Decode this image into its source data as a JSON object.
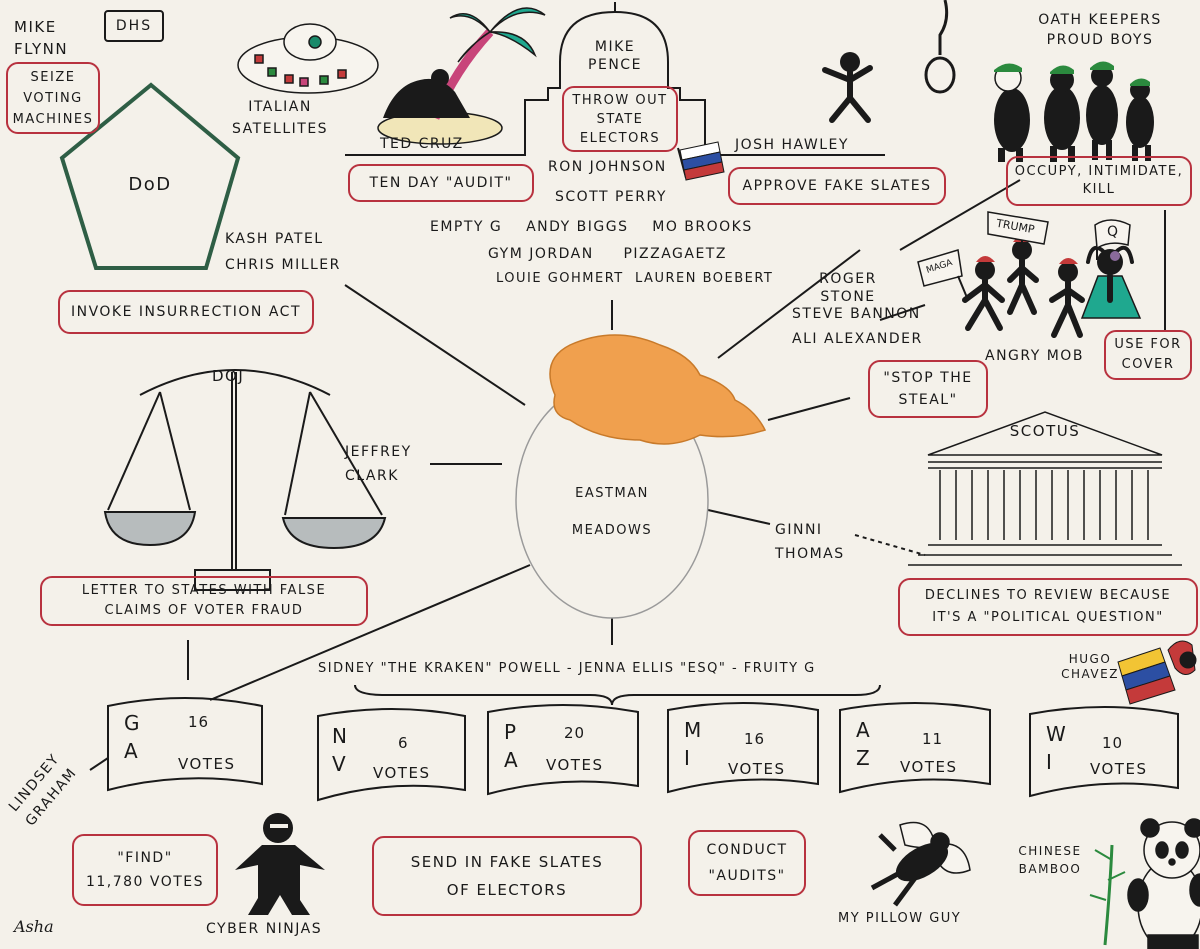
{
  "people": {
    "mike_flynn": "MIKE\nFLYNN",
    "dhs": "DHS",
    "italian_satellites": "ITALIAN\nSATELLITES",
    "ted_cruz": "TED CRUZ",
    "mike_pence": "MIKE\nPENCE",
    "josh_hawley": "JOSH HAWLEY",
    "oath_keepers": "OATH KEEPERS\nPROUD BOYS",
    "dod": "DoD",
    "kash_patel": "KASH PATEL\nCHRIS MILLER",
    "ron_johnson": "RON JOHNSON",
    "scott_perry": "SCOTT PERRY",
    "house_row1": "EMPTY G    ANDY BIGGS    MO BROOKS",
    "house_row2": "GYM JORDAN     PIZZAGAETZ",
    "house_row3": "LOUIE GOHMERT  LAUREN BOEBERT",
    "roger_stone": "ROGER\nSTONE",
    "steve_bannon": "STEVE BANNON",
    "ali_alexander": "ALI ALEXANDER",
    "angry_mob": "ANGRY MOB",
    "doj": "DOJ",
    "jeffrey_clark": "JEFFREY\nCLARK",
    "eastman": "EASTMAN",
    "meadows": "MEADOWS",
    "ginni_thomas": "GINNI\nTHOMAS",
    "scotus": "SCOTUS",
    "lawyers": "SIDNEY \"THE KRAKEN\" POWELL - JENNA ELLIS \"ESQ\" - FRUITY G",
    "hugo_chavez": "HUGO\nCHAVEZ",
    "lindsey_graham": "LINDSEY\nGRAHAM",
    "cyber_ninjas": "CYBER NINJAS",
    "my_pillow_guy": "MY PILLOW GUY",
    "chinese_bamboo": "CHINESE\nBAMBOO",
    "signature": "Asha"
  },
  "actions": {
    "seize_machines": "SEIZE\nVOTING\nMACHINES",
    "throw_out": "THROW OUT\nSTATE\nELECTORS",
    "ten_day_audit": "TEN DAY \"AUDIT\"",
    "approve_fake": "APPROVE FAKE SLATES",
    "occupy": "OCCUPY, INTIMIDATE,\nKILL",
    "insurrection_act": "INVOKE INSURRECTION ACT",
    "stop_steal": "\"STOP THE\nSTEAL\"",
    "use_for_cover": "USE FOR\nCOVER",
    "letter": "LETTER TO STATES WITH FALSE\nCLAIMS OF VOTER FRAUD",
    "declines": "DECLINES TO REVIEW BECAUSE\nIT'S A \"POLITICAL QUESTION\"",
    "find_votes": "\"FIND\"\n11,780 VOTES",
    "send_fake": "SEND IN FAKE SLATES\nOF ELECTORS",
    "conduct_audits": "CONDUCT\n\"AUDITS\""
  },
  "signs": {
    "maga": "MAGA",
    "trump": "TRUMP",
    "q": "Q"
  },
  "states": [
    {
      "l1": "G",
      "l2": "A",
      "n": "16",
      "v": "VOTES"
    },
    {
      "l1": "N",
      "l2": "V",
      "n": "6",
      "v": "VOTES"
    },
    {
      "l1": "P",
      "l2": "A",
      "n": "20",
      "v": "VOTES"
    },
    {
      "l1": "M",
      "l2": "I",
      "n": "16",
      "v": "VOTES"
    },
    {
      "l1": "A",
      "l2": "Z",
      "n": "11",
      "v": "VOTES"
    },
    {
      "l1": "W",
      "l2": "I",
      "n": "10",
      "v": "VOTES"
    }
  ],
  "colors": {
    "red_box": "#b8323f",
    "hair": "#f0a04e",
    "palm": "#1fa88f",
    "dod_green": "#2e5e45"
  }
}
